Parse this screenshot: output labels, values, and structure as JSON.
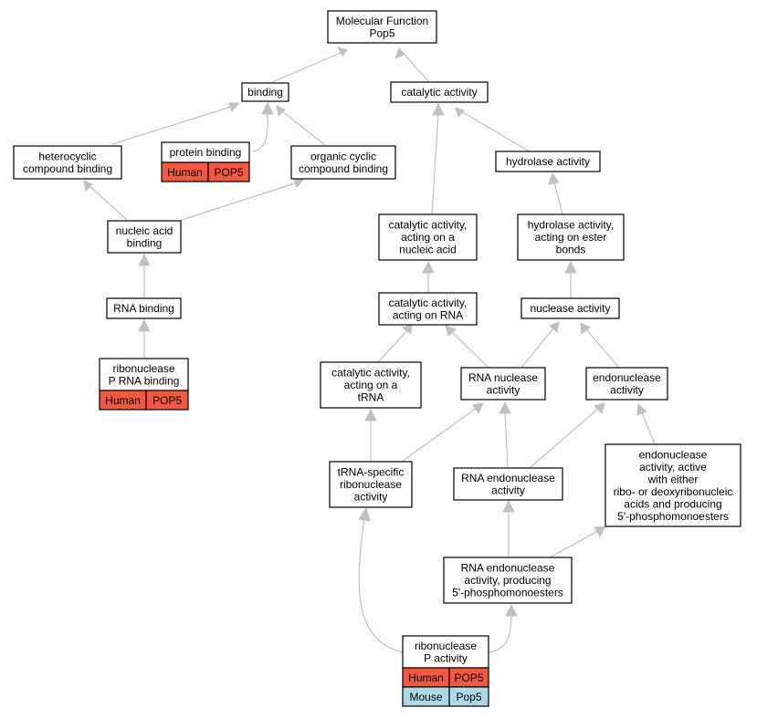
{
  "colors": {
    "human": "#f4573f",
    "mouse": "#add8e6",
    "edge": "#c0c0c0",
    "border": "#000000"
  },
  "nodes": {
    "mf": {
      "lines": [
        "Molecular Function",
        "Pop5"
      ]
    },
    "binding": {
      "lines": [
        "binding"
      ]
    },
    "catalytic": {
      "lines": [
        "catalytic activity"
      ]
    },
    "heterocyclic": {
      "lines": [
        "heterocyclic",
        "compound binding"
      ]
    },
    "protein_binding": {
      "lines": [
        "protein binding"
      ],
      "annotations": [
        [
          "Human",
          "POP5"
        ]
      ]
    },
    "organic_cyclic": {
      "lines": [
        "organic cyclic",
        "compound binding"
      ]
    },
    "hydrolase": {
      "lines": [
        "hydrolase activity"
      ]
    },
    "nucleic_acid_binding": {
      "lines": [
        "nucleic acid",
        "binding"
      ]
    },
    "cat_nucleic": {
      "lines": [
        "catalytic activity,",
        "acting on a",
        "nucleic acid"
      ]
    },
    "hydrolase_ester": {
      "lines": [
        "hydrolase activity,",
        "acting on ester",
        "bonds"
      ]
    },
    "rna_binding": {
      "lines": [
        "RNA binding"
      ]
    },
    "cat_rna": {
      "lines": [
        "catalytic activity,",
        "acting on RNA"
      ]
    },
    "nuclease": {
      "lines": [
        "nuclease activity"
      ]
    },
    "rnase_p_rna_binding": {
      "lines": [
        "ribonuclease",
        "P RNA binding"
      ],
      "annotations": [
        [
          "Human",
          "POP5"
        ]
      ]
    },
    "cat_trna": {
      "lines": [
        "catalytic activity,",
        "acting on a",
        "tRNA"
      ]
    },
    "rna_nuclease": {
      "lines": [
        "RNA nuclease",
        "activity"
      ]
    },
    "endonuclease": {
      "lines": [
        "endonuclease",
        "activity"
      ]
    },
    "trna_rnase": {
      "lines": [
        "tRNA-specific",
        "ribonuclease",
        "activity"
      ]
    },
    "rna_endonuclease": {
      "lines": [
        "RNA endonuclease",
        "activity"
      ]
    },
    "endo_5p": {
      "lines": [
        "endonuclease",
        "activity, active",
        "with either",
        "ribo- or deoxyribonucleic",
        "acids and producing",
        "5'-phosphomonoesters"
      ]
    },
    "rna_endo_5p": {
      "lines": [
        "RNA endonuclease",
        "activity, producing",
        "5'-phosphomonoesters"
      ]
    },
    "rnase_p": {
      "lines": [
        "ribonuclease",
        "P activity"
      ],
      "annotations": [
        [
          "Human",
          "POP5"
        ],
        [
          "Mouse",
          "Pop5"
        ]
      ]
    }
  }
}
